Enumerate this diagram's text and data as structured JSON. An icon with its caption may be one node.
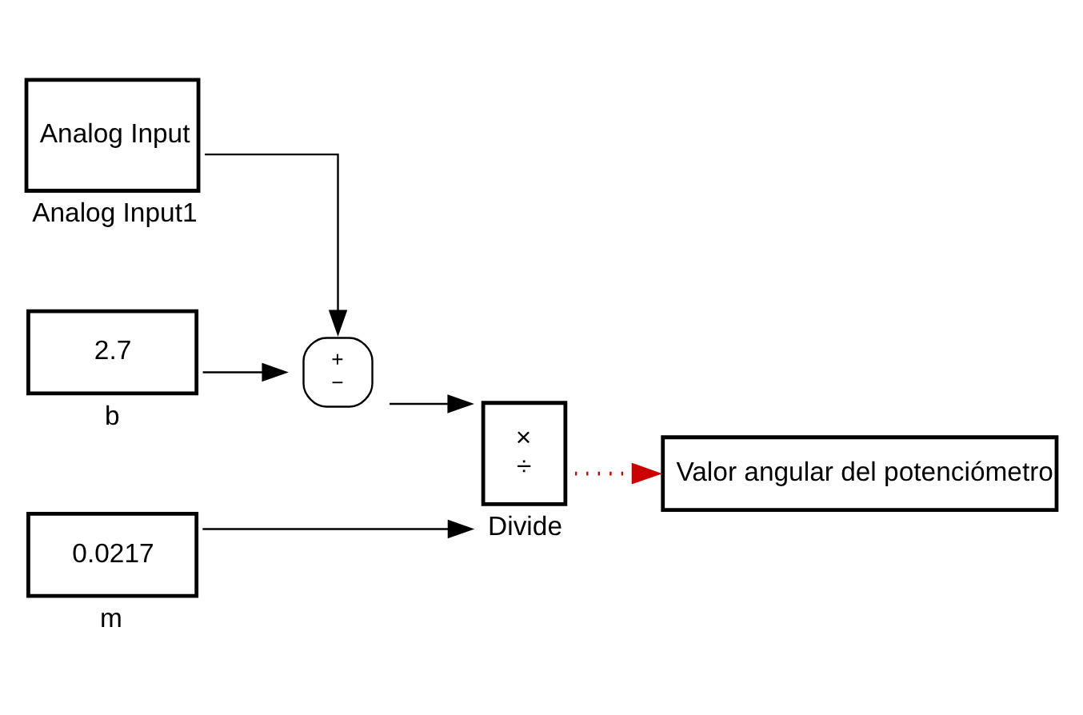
{
  "diagram": {
    "nodes": [
      {
        "text": [
          "Analog Input"
        ],
        "beside": [
          "Analog Input1"
        ]
      },
      {
        "text": [
          "+",
          "−"
        ]
      },
      {
        "text": [
          "2.7"
        ],
        "beside": [
          "b"
        ]
      },
      {
        "text": [
          "0.0217"
        ],
        "beside": [
          "m"
        ]
      },
      {
        "text": [
          "×",
          "÷"
        ],
        "beside": [
          "Divide"
        ]
      },
      {
        "text": [
          "Valor angular del potenciómetro"
        ]
      }
    ],
    "edges": [
      {
        "from": 0,
        "to": 1,
        "arrow": "to"
      },
      {
        "from": 2,
        "to": 1,
        "arrow": "to"
      },
      {
        "from": 1,
        "to": 4,
        "arrow": "to"
      },
      {
        "from": 3,
        "to": 4,
        "arrow": "to"
      },
      {
        "from": 4,
        "to": 5,
        "arrow": "to",
        "style": "dashed",
        "color": "#cc0000"
      }
    ]
  }
}
